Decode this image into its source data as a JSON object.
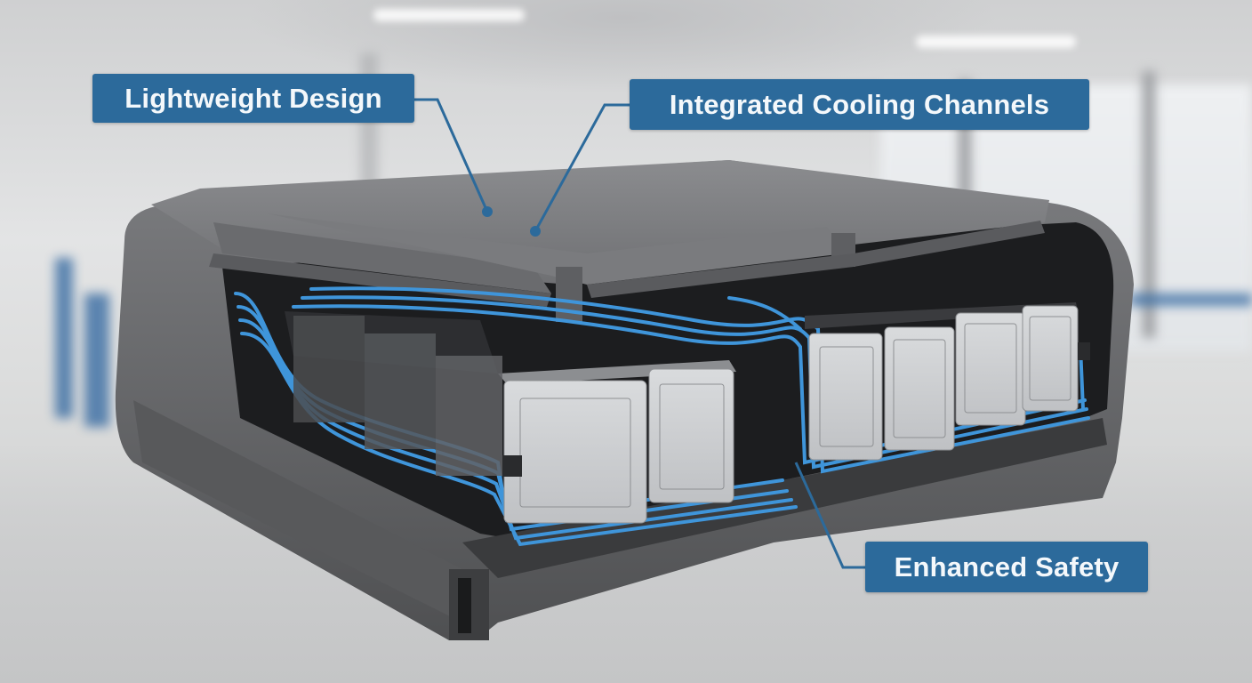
{
  "illustration": {
    "subject": "battery-pack-cutaway",
    "callouts": [
      {
        "id": "lightweight",
        "label": "Lightweight Design"
      },
      {
        "id": "cooling",
        "label": "Integrated Cooling Channels"
      },
      {
        "id": "safety",
        "label": "Enhanced Safety"
      }
    ]
  },
  "colors": {
    "callout_bg": "#2c6a9b",
    "callout_text": "#f4f8fb",
    "leader_line": "#2c6a9b",
    "enclosure": "#6e6f71",
    "cooling_tubes": "#3f95da",
    "cells": "#cfd1d3",
    "background": "#d9dadb"
  }
}
